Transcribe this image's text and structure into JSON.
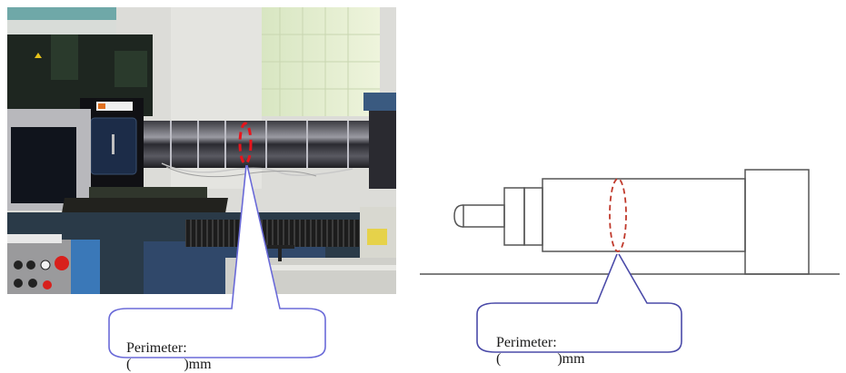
{
  "left_panel": {
    "kind": "photo",
    "subject": "extruder-barrel",
    "callout": {
      "label": "Perimeter:",
      "open": "(",
      "close": ")mm"
    }
  },
  "right_panel": {
    "kind": "schematic",
    "subject": "extruder-barrel",
    "callout": {
      "label": "Perimeter:",
      "open": "(",
      "close": ")mm"
    }
  },
  "colors": {
    "callout_stroke": "#6a6ad8",
    "marker_red_photo": "#e8141c",
    "marker_red_diagram": "#c0392b",
    "line_gray": "#555555"
  }
}
